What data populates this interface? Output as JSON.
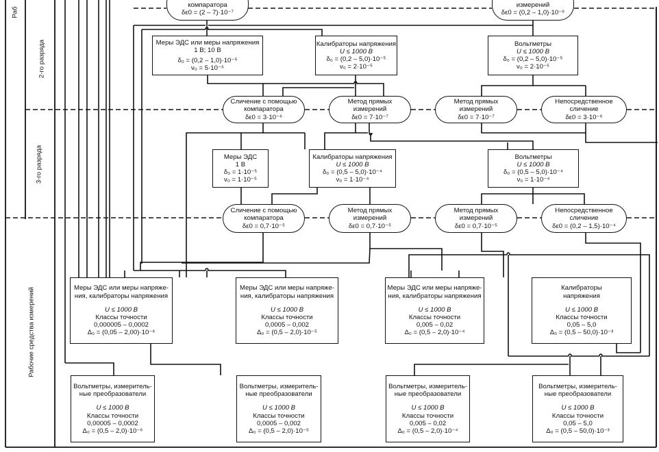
{
  "rows": {
    "top_cut_label": "Раб",
    "rank2_label": "2-го разряда",
    "rank3_label": "3-го разряда",
    "working_label": "Рабочие средства измерений"
  },
  "top_partial": {
    "left_pill": {
      "title": "компаратора",
      "value": "δε0 = (2 – 7)·10⁻⁷"
    },
    "right_pill": {
      "title": "измерений",
      "value": "δε0 = (0,2 – 1,0)·10⁻⁶"
    }
  },
  "rank2": {
    "boxes": [
      {
        "lines": [
          "Меры ЭДС или меры напряжения",
          "1 В; 10 В"
        ],
        "delta": "δ₀ = (0,2 – 1,0)·10⁻⁵",
        "nu": "ν₀ = 5·10⁻⁶"
      },
      {
        "lines": [
          "Калибраторы напряжения",
          "U ≤ 1000 В"
        ],
        "delta": "δ₀ = (0,2 – 5,0)·10⁻⁵",
        "nu": "ν₀ = 2·10⁻⁵"
      },
      {
        "lines": [
          "Вольтметры",
          "U ≤ 1000 В"
        ],
        "delta": "δ₀ = (0,2 – 5,0)·10⁻⁵",
        "nu": "ν₀ = 2·10⁻⁵"
      }
    ],
    "methods": [
      {
        "lines": [
          "Сличение с помощью",
          "компаратора"
        ],
        "value": "δε0 = 3·10⁻⁶"
      },
      {
        "lines": [
          "Метод прямых",
          "измерений"
        ],
        "value": "δε0 = 7·10⁻⁷"
      },
      {
        "lines": [
          "Метод прямых",
          "измерений"
        ],
        "value": "δε0 = 7·10⁻⁷"
      },
      {
        "lines": [
          "Непосредственное",
          "сличение"
        ],
        "value": "δε0 = 3·10⁻⁶"
      }
    ]
  },
  "rank3": {
    "boxes": [
      {
        "lines": [
          "Меры ЭДС",
          "1 В"
        ],
        "delta": "δ₀ = 1·10⁻⁵",
        "nu": "ν₀ = 1·10⁻⁵"
      },
      {
        "lines": [
          "Калибраторы напряжения",
          "U ≤ 1000 В"
        ],
        "delta": "δ₀ = (0,5 – 5,0)·10⁻⁴",
        "nu": "ν₀ = 1·10⁻⁴"
      },
      {
        "lines": [
          "Вольтметры",
          "U ≤ 1000 В"
        ],
        "delta": "δ₀ = (0,5 – 5,0)·10⁻⁴",
        "nu": "ν₀ = 1·10⁻⁴"
      }
    ],
    "methods": [
      {
        "lines": [
          "Сличение с помощью",
          "компаратора"
        ],
        "value": "δε0 = 0,7·10⁻⁵"
      },
      {
        "lines": [
          "Метод прямых",
          "измерений"
        ],
        "value": "δε0 = 0,7·10⁻⁵"
      },
      {
        "lines": [
          "Метод прямых",
          "измерений"
        ],
        "value": "δε0 = 0,7·10⁻⁵"
      },
      {
        "lines": [
          "Непосредственное",
          "сличение"
        ],
        "value": "δε0 = (0,2 – 1,5)·10⁻⁴"
      }
    ]
  },
  "working": {
    "sources": [
      {
        "lines": [
          "Меры ЭДС или меры напряже-",
          "ния, калибраторы напряжения"
        ],
        "range": "U ≤ 1000 В",
        "class_label": "Классы точности",
        "classes": "0,000005 – 0,0002",
        "delta": "Δ₀ = (0,05 – 2,00)·10⁻⁶"
      },
      {
        "lines": [
          "Меры ЭДС или меры напряже-",
          "ния, калибраторы напряжения"
        ],
        "range": "U ≤ 1000 В",
        "class_label": "Классы точности",
        "classes": "0,0005 – 0,002",
        "delta": "Δ₀ = (0,5 – 2,0)·10⁻⁵"
      },
      {
        "lines": [
          "Меры ЭДС или меры напряже-",
          "ния, калибраторы напряжения"
        ],
        "range": "U ≤ 1000 В",
        "class_label": "Классы точности",
        "classes": "0,005 – 0,02",
        "delta": "Δ₀ = (0,5 – 2,0)·10⁻⁴"
      },
      {
        "lines": [
          "Калибраторы",
          "напряжения"
        ],
        "range": "U ≤ 1000 В",
        "class_label": "Классы точности",
        "classes": "0,05 – 5,0",
        "delta": "Δ₀ = (0,5 – 50,0)·10⁻³"
      }
    ],
    "meters": [
      {
        "lines": [
          "Вольтметры, измеритель-",
          "ные преобразователи"
        ],
        "range": "U ≤ 1000 В",
        "class_label": "Классы точности",
        "classes": "0,00005 – 0,0002",
        "delta": "Δ₀ = (0,5 – 2,0)·10⁻⁶"
      },
      {
        "lines": [
          "Вольтметры, измеритель-",
          "ные преобразователи"
        ],
        "range": "U ≤ 1000 В",
        "class_label": "Классы точности",
        "classes": "0,0005 – 0,002",
        "delta": "Δ₀ = (0,5 – 2,0)·10⁻⁵"
      },
      {
        "lines": [
          "Вольтметры, измеритель-",
          "ные преобразователи"
        ],
        "range": "U ≤ 1000 В",
        "class_label": "Классы точности",
        "classes": "0,005 – 0,02",
        "delta": "Δ₀ = (0,5 – 2,0)·10⁻⁴"
      },
      {
        "lines": [
          "Вольтметры, измеритель-",
          "ные преобразователи"
        ],
        "range": "U ≤ 1000 В",
        "class_label": "Классы точности",
        "classes": "0,05 – 5,0",
        "delta": "Δ₀ = (0,5 – 50,0)·10⁻³"
      }
    ]
  }
}
